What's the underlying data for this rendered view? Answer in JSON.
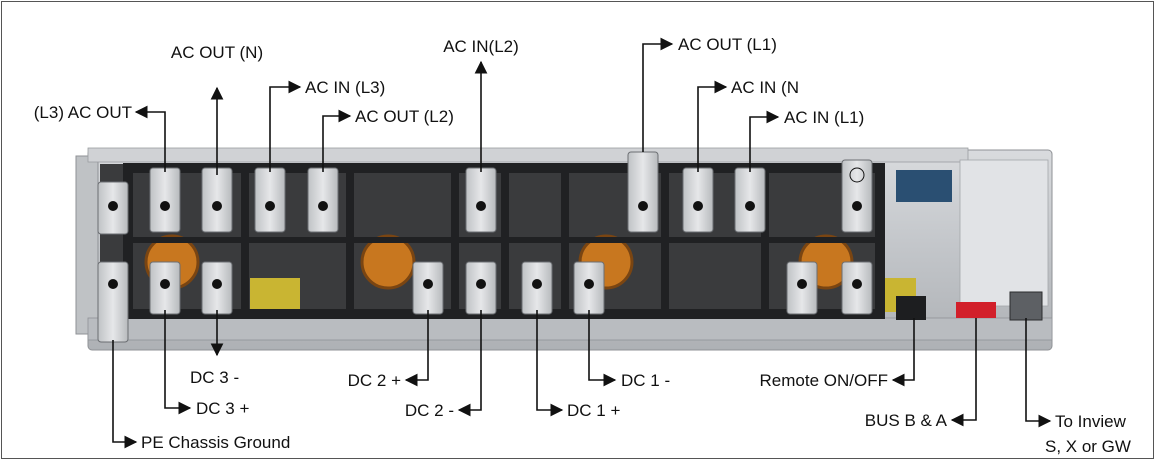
{
  "labels": {
    "ac_out_n": "AC OUT (N)",
    "ac_in_l2": "AC IN(L2)",
    "ac_out_l1": "AC OUT (L1)",
    "ac_in_l3": "AC IN (L3)",
    "ac_in_n": "AC IN (N",
    "l3_ac_out": "(L3) AC OUT",
    "ac_out_l2": "AC OUT (L2)",
    "ac_in_l1": "AC IN (L1)",
    "dc3_minus": "DC 3 -",
    "dc3_plus": "DC 3 +",
    "dc2_plus": "DC 2 +",
    "dc2_minus": "DC 2 -",
    "dc1_minus": "DC 1 -",
    "dc1_plus": "DC 1 +",
    "remote_on_off": "Remote ON/OFF",
    "bus_b_a": "BUS B & A",
    "to_inview_1": "To Inview",
    "to_inview_2": "S, X or GW",
    "pe_chassis_ground": "PE Chassis Ground"
  },
  "colors": {
    "chassis": "#c9cbce",
    "busbar": "#d8dadc",
    "dark_frame": "#2b2c2e",
    "toroid": "#c8771f",
    "capacitor": "#c9b532",
    "connector_red": "#d21f2a",
    "heatsink_blue": "#2a4f72"
  }
}
